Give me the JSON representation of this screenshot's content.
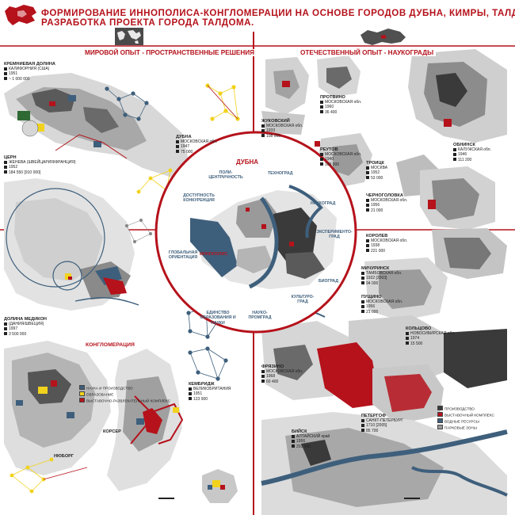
{
  "title": {
    "line1": "ФОРМИРОВАНИЕ ИННОПОЛИСА-КОНГЛОМЕРАЦИИ НА ОСНОВЕ ГОРОДОВ ДУБНА, КИМРЫ, ТАЛДОМ.",
    "line2": "РАЗРАБОТКА ПРОЕКТА ГОРОДА ТАЛДОМА."
  },
  "sections": {
    "world": "МИРОВОЙ ОПЫТ - ПРОСТРАНСТВЕННЫЕ РЕШЕНИЯ",
    "domestic": "ОТЕЧЕСТВЕННЫЙ ОПЫТ - НАУКОГРАДЫ"
  },
  "world_cities": [
    {
      "name": "КРЕМНИЕВАЯ ДОЛИНА",
      "lines": [
        "КАЛИФОРНИЯ (США)",
        "1951",
        "~ 1 000 000"
      ]
    },
    {
      "name": "ЦЕРН",
      "lines": [
        "ЖЕНЕВА (ШВЕЙЦАРИЯ/ФРАНЦИЯ)",
        "1952",
        "184 550 [910 000]"
      ]
    },
    {
      "name": "ДУБНА",
      "lines": [
        "МОСКОВСКАЯ обл.",
        "1947",
        "75 000"
      ]
    },
    {
      "name": "ДОЛИНА МЕДИКОН",
      "lines": [
        "(ДАНИЯ/ШВЕЦИЯ)",
        "1997",
        "3 500 000"
      ]
    },
    {
      "name": "КЕМБРИДЖ",
      "lines": [
        "ВЕЛИКОБРИТАНИЯ",
        "1951",
        "123 900"
      ]
    },
    {
      "name": "КОРСЕР",
      "lines": []
    },
    {
      "name": "НЮБОРГ",
      "lines": []
    }
  ],
  "domestic_cities": [
    {
      "name": "ЖУКОВСКИЙ",
      "lines": [
        "МОСКОВСКАЯ обл.",
        "1933",
        "108 000"
      ]
    },
    {
      "name": "ПРОТВИНО",
      "lines": [
        "МОСКОВСКАЯ обл.",
        "1960",
        "36 400"
      ]
    },
    {
      "name": "РЕУТОВ",
      "lines": [
        "МОСКОВСКАЯ обл.",
        "1940",
        "100 000"
      ]
    },
    {
      "name": "ОБНИНСК",
      "lines": [
        "КАЛУЖСКАЯ обл.",
        "1946",
        "111 200"
      ]
    },
    {
      "name": "ТРОИЦК",
      "lines": [
        "МОСКВА",
        "1952",
        "53 000"
      ]
    },
    {
      "name": "ЧЕРНОГОЛОВКА",
      "lines": [
        "МОСКОВСКАЯ обл.",
        "1956",
        "21 000"
      ]
    },
    {
      "name": "КОРОЛЕВ",
      "lines": [
        "МОСКОВСКАЯ обл.",
        "1938",
        "221 000"
      ]
    },
    {
      "name": "МИЧУРИНСК",
      "lines": [
        "ТАМБОВСКАЯ обл.",
        "1932 [2003]",
        "94 000"
      ]
    },
    {
      "name": "ПУЩИНО",
      "lines": [
        "МОСКОВСКАЯ обл.",
        "1956",
        "21 000"
      ]
    },
    {
      "name": "КОЛЬЦОВО",
      "lines": [
        "НОВОСИБИРСКАЯ обл.",
        "1974",
        "15 500"
      ]
    },
    {
      "name": "ФРЯЗИНО",
      "lines": [
        "МОСКОВСКАЯ обл.",
        "1968",
        "60 400"
      ]
    },
    {
      "name": "ПЕТЕРГОФ",
      "lines": [
        "САНКТ-ПЕТЕРБУРГ",
        "1710 [2005]",
        "85 700"
      ]
    },
    {
      "name": "БИЙСК",
      "lines": [
        "АЛТАЙСКИЙ край",
        "1956",
        "203 000"
      ]
    }
  ],
  "dubna": {
    "title": "ДУБНА",
    "ring_labels": [
      "ПОЛИ-ЦЕНТРИЧНОСТЬ",
      "ТЕХНОГРАД",
      "ДОСТУПНОСТЬ КОНКУРЕНЦИЯ",
      "НАУКОГРАД",
      "ЭКСПЕРИМЕНТО-ГРАД",
      "ГЛОБАЛЬНАЯ ОРИЕНТАЦИЯ",
      "БИОГРАД",
      "КУЛЬТУРО-ГРАД",
      "НАУКО-ПРОМГРАД",
      "ЕДИНСТВО ОБРАЗОВАНИЯ И НАУКИ"
    ],
    "innopolis": "ИННОПОЛИС"
  },
  "konglomeration": {
    "title": "КОНГЛОМЕРАЦИЯ",
    "legend": [
      "НАУКА И ПРОИЗВОДСТВО",
      "ОБРАЗОВАНИЕ",
      "ВЫСТАВОЧНО-РАЗВЛЕКАТЕЛЬНЫЙ КОМПЛЕКС"
    ]
  },
  "domestic_legend": [
    "ПРОИЗВОДСТВО",
    "ВЫСТАВОЧНЫЙ КОМПЛЕКС",
    "ВОДНЫЕ РЕСУРСЫ",
    "ПАРКОВЫЕ ЗОНЫ"
  ],
  "colors": {
    "accent": "#b5121b",
    "blue": "#3e5f7c",
    "yellow": "#f1d21c",
    "dark": "#3a3a3a",
    "mid": "#9a9a9a",
    "light": "#d6d6d6"
  },
  "icons": [
    "russia-map-icon",
    "world-map-icon",
    "russia-silhouette-icon"
  ]
}
